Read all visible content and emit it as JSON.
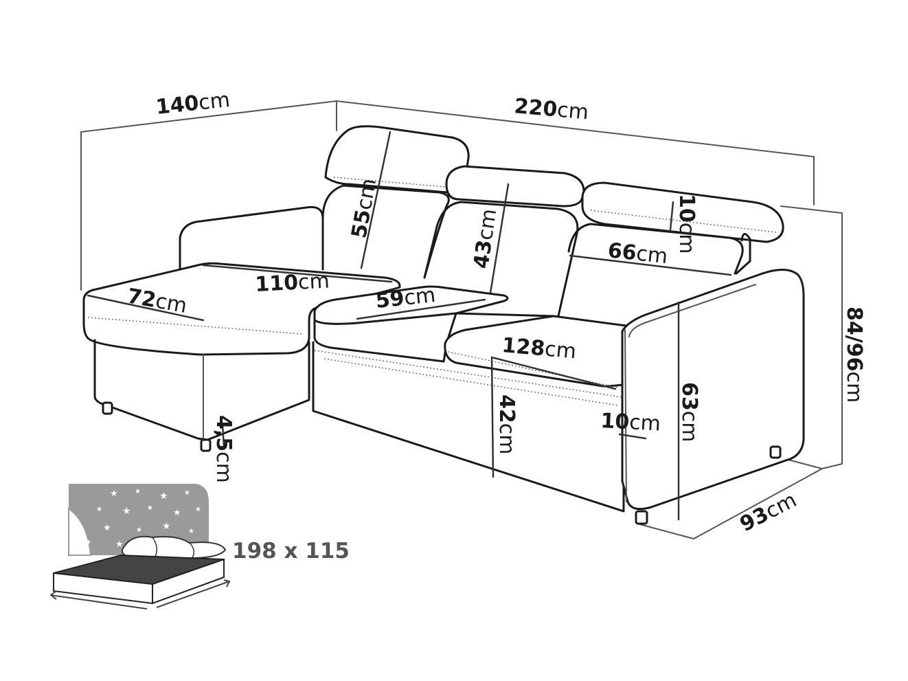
{
  "diagram": {
    "unit": "cm",
    "dimensions": {
      "chaise_length": "140",
      "sofa_width": "220",
      "headrest_height": "55",
      "backrest_height": "43",
      "headrest_extension": "10",
      "backrest_depth": "66",
      "chaise_seat_depth": "72",
      "chaise_seat_length": "110",
      "seat_depth": "59",
      "seat_width": "128",
      "seat_height": "42",
      "cushion_thickness": "10",
      "armrest_height": "63",
      "total_height": "84/96",
      "total_depth": "93",
      "leg_height": "4,5"
    },
    "sleeping_area": "198 x 115"
  }
}
